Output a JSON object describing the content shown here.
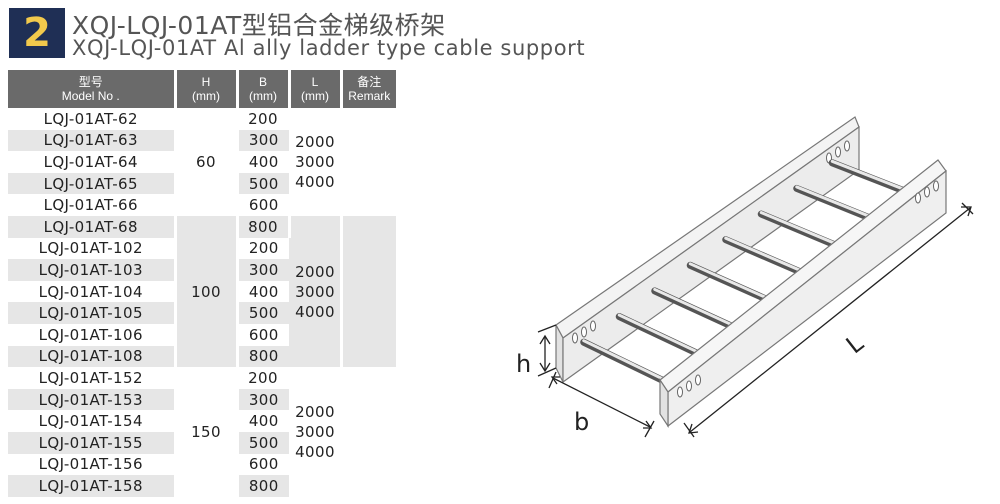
{
  "header": {
    "number": "2",
    "title_cn": "XQJ-LQJ-01AT型铝合金梯级桥架",
    "title_en": "XQJ-LQJ-01AT Al ally ladder type cable support"
  },
  "table": {
    "headers": {
      "model": [
        "型号",
        "Model No ."
      ],
      "h": [
        "H",
        "(mm)"
      ],
      "b": [
        "B",
        "(mm)"
      ],
      "l": [
        "L",
        "(mm)"
      ],
      "remark": [
        "备注",
        "Remark"
      ]
    },
    "groups": [
      {
        "h": "60",
        "l": [
          "2000",
          "3000",
          "4000"
        ],
        "rows": [
          {
            "model": "LQJ-01AT-62",
            "b": "200"
          },
          {
            "model": "LQJ-01AT-63",
            "b": "300"
          },
          {
            "model": "LQJ-01AT-64",
            "b": "400"
          },
          {
            "model": "LQJ-01AT-65",
            "b": "500"
          },
          {
            "model": "LQJ-01AT-66",
            "b": "600"
          }
        ]
      },
      {
        "h": "100",
        "l": [
          "2000",
          "3000",
          "4000"
        ],
        "rows": [
          {
            "model": "LQJ-01AT-68",
            "b": "800"
          },
          {
            "model": "LQJ-01AT-102",
            "b": "200"
          },
          {
            "model": "LQJ-01AT-103",
            "b": "300"
          },
          {
            "model": "LQJ-01AT-104",
            "b": "400"
          },
          {
            "model": "LQJ-01AT-105",
            "b": "500"
          },
          {
            "model": "LQJ-01AT-106",
            "b": "600"
          },
          {
            "model": "LQJ-01AT-108",
            "b": "800"
          }
        ]
      },
      {
        "h": "150",
        "l": [
          "2000",
          "3000",
          "4000"
        ],
        "rows": [
          {
            "model": "LQJ-01AT-152",
            "b": "200"
          },
          {
            "model": "LQJ-01AT-153",
            "b": "300"
          },
          {
            "model": "LQJ-01AT-154",
            "b": "400"
          },
          {
            "model": "LQJ-01AT-155",
            "b": "500"
          },
          {
            "model": "LQJ-01AT-156",
            "b": "600"
          },
          {
            "model": "LQJ-01AT-158",
            "b": "800"
          }
        ]
      }
    ]
  },
  "diagram": {
    "label_h": "h",
    "label_b": "b",
    "label_l": "L"
  },
  "colors": {
    "badge_bg": "#1f2f55",
    "badge_text": "#f2c94c",
    "header_bg": "#6a6a6a",
    "stripe": "#e6e6e6"
  }
}
